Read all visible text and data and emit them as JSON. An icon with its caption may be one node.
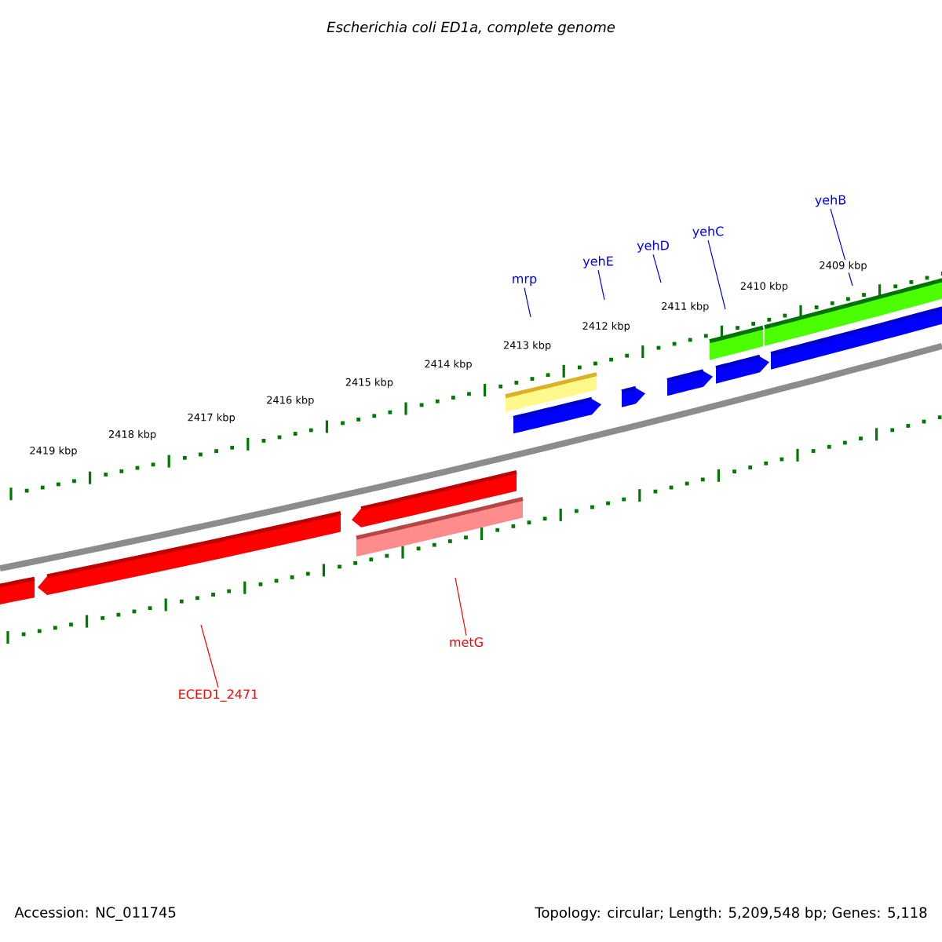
{
  "diagram": {
    "title": "Escherichia coli ED1a, complete genome",
    "nodes": [
      {
        "text": [
          "mrp"
        ]
      },
      {
        "text": [
          "yehE"
        ]
      },
      {
        "text": [
          "yehD"
        ]
      },
      {
        "text": [
          "yehC"
        ]
      },
      {
        "text": [
          "yehB"
        ]
      },
      {
        "text": [
          "metG"
        ]
      },
      {
        "text": [
          "ECED1_2471"
        ]
      }
    ],
    "edges": [
      {
        "from": 0,
        "to": null,
        "arrow": "none"
      },
      {
        "from": 1,
        "to": null,
        "arrow": "none"
      },
      {
        "from": 2,
        "to": null,
        "arrow": "none"
      },
      {
        "from": 3,
        "to": null,
        "arrow": "none"
      },
      {
        "from": 4,
        "to": null,
        "arrow": "none"
      },
      {
        "from": 5,
        "to": null,
        "arrow": "none",
        "color": "#ff0000"
      },
      {
        "from": 6,
        "to": null,
        "arrow": "none",
        "color": "#ff0000"
      }
    ],
    "labels": [
      "2419 kbp",
      "2418 kbp",
      "2417 kbp",
      "2416 kbp",
      "2415 kbp",
      "2414 kbp",
      "2413 kbp",
      "2412 kbp",
      "2411 kbp",
      "2410 kbp",
      "2409 kbp",
      "Accession: NC_011745",
      "Topology: circular; Length: 5,209,548 bp; Genes: 5,118"
    ]
  }
}
